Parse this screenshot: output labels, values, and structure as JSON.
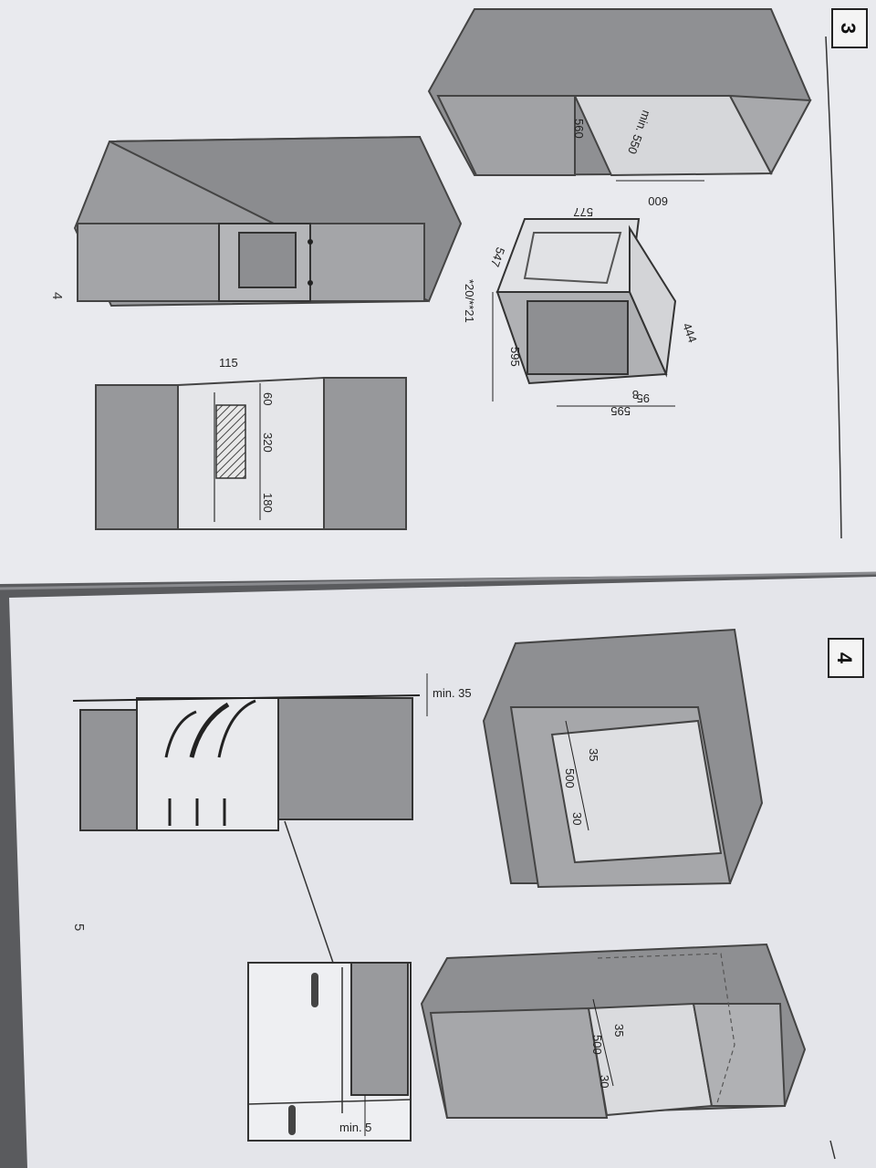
{
  "manual": {
    "page_top": {
      "section_number": "3",
      "page_number": "4",
      "dimensions": {
        "niche_height": "560",
        "niche_depth": "min. 550",
        "niche_width": "600",
        "oven_width_top": "577",
        "oven_depth_side": "547",
        "oven_offset": "*20/**21",
        "oven_front_height": "595",
        "oven_side_depth": "444",
        "oven_front_width": "595",
        "oven_base_a": "95",
        "oven_base_b": "8",
        "vent_width": "115",
        "vent_top": "60",
        "vent_height": "320",
        "vent_bottom": "180"
      }
    },
    "page_bottom": {
      "section_number": "4",
      "page_number": "5",
      "dimensions": {
        "gap_min": "min. 35",
        "tall_depth": "500",
        "tall_offset_a": "35",
        "tall_offset_b": "30",
        "base_depth": "500",
        "base_offset_a": "35",
        "base_offset_b": "30",
        "clearance_min": "min. 5"
      }
    }
  }
}
